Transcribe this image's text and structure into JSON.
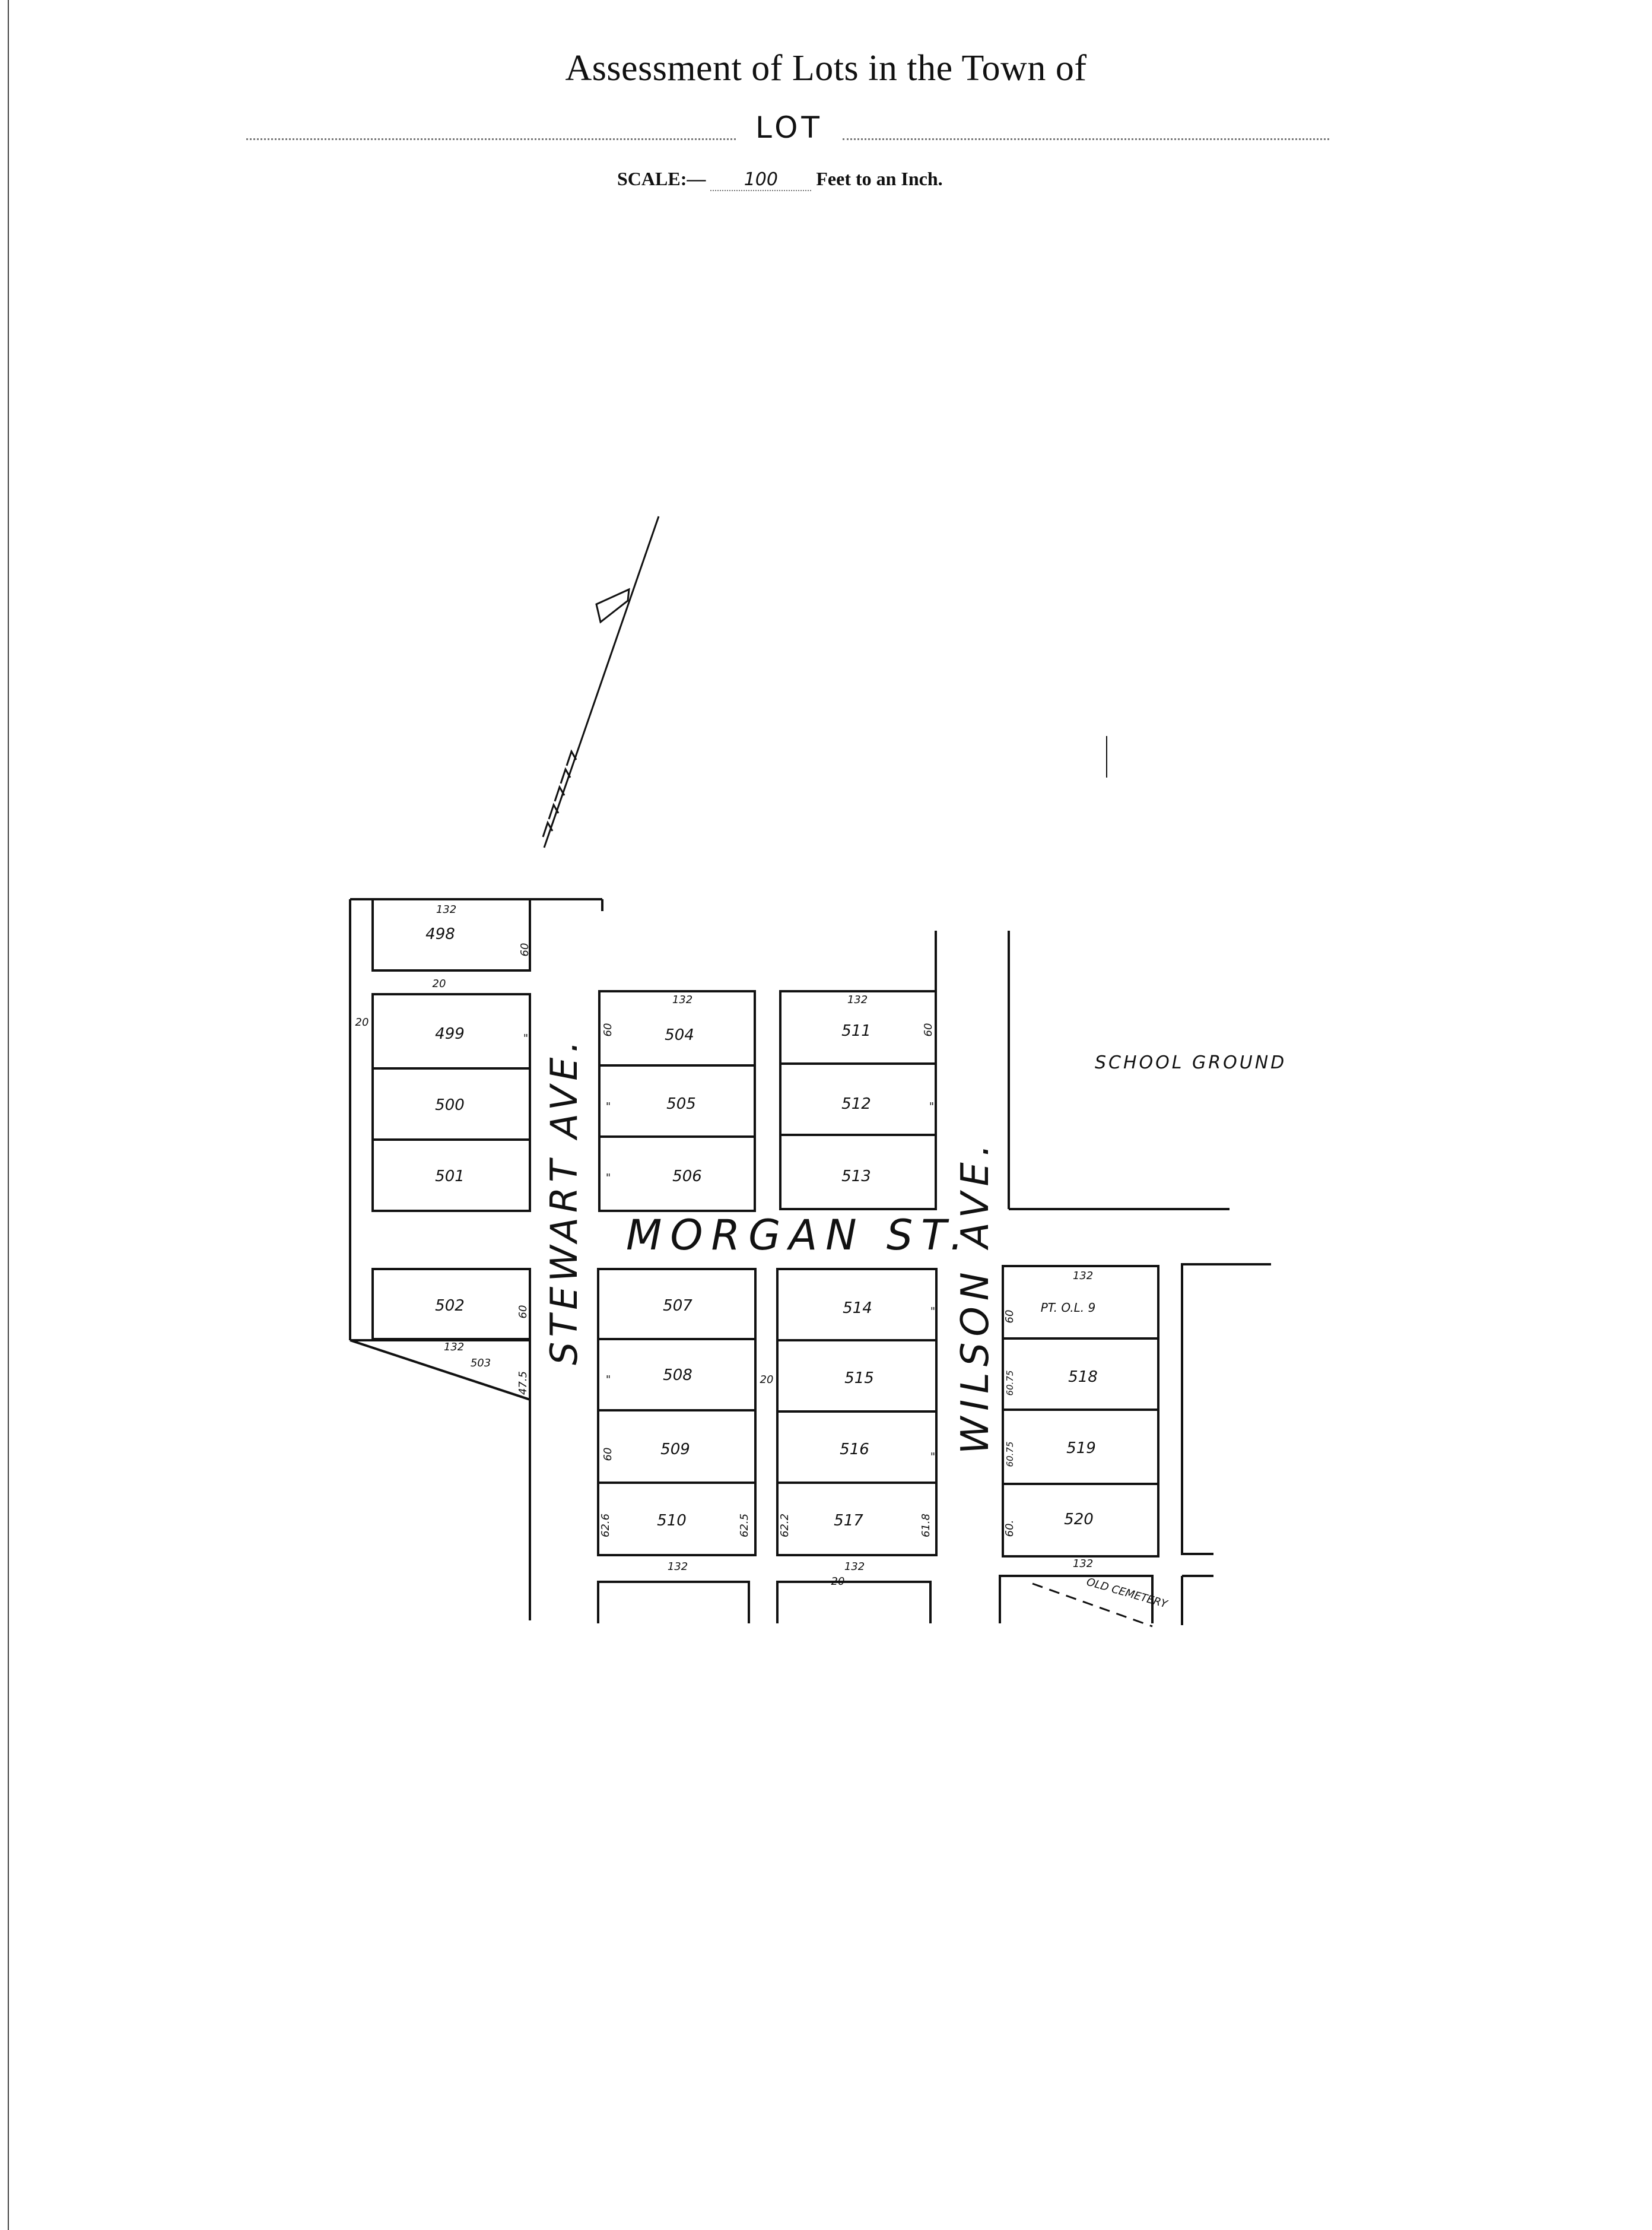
{
  "header": {
    "title": "Assessment of Lots in the Town of",
    "lot_label": "LOT",
    "scale_prefix": "SCALE:—",
    "scale_value": "100",
    "scale_suffix": "Feet to an Inch."
  },
  "map": {
    "streets": {
      "stewart": "STEWART AVE.",
      "morgan": "MORGAN ST.",
      "wilson": "WILSON AVE.",
      "school": "SCHOOL GROUND",
      "cemetery": "OLD CEMETERY"
    },
    "lots": {
      "l498": "498",
      "l499": "499",
      "l500": "500",
      "l501": "501",
      "l502": "502",
      "l503": "503",
      "l504": "504",
      "l505": "505",
      "l506": "506",
      "l507": "507",
      "l508": "508",
      "l509": "509",
      "l510": "510",
      "l511": "511",
      "l512": "512",
      "l513": "513",
      "l514": "514",
      "l515": "515",
      "l516": "516",
      "l517": "517",
      "l518": "518",
      "l519": "519",
      "l520": "520",
      "pt_ol9": "PT. O.L. 9"
    },
    "dims": {
      "d132": "132",
      "d60": "60",
      "d20": "20",
      "d475": "47.5",
      "d626": "62.6",
      "d625": "62.5",
      "d622": "62.2",
      "d618": "61.8",
      "d6075": "60.75",
      "d60dot": "60.",
      "d60short": "60",
      "ditto": "\""
    }
  }
}
